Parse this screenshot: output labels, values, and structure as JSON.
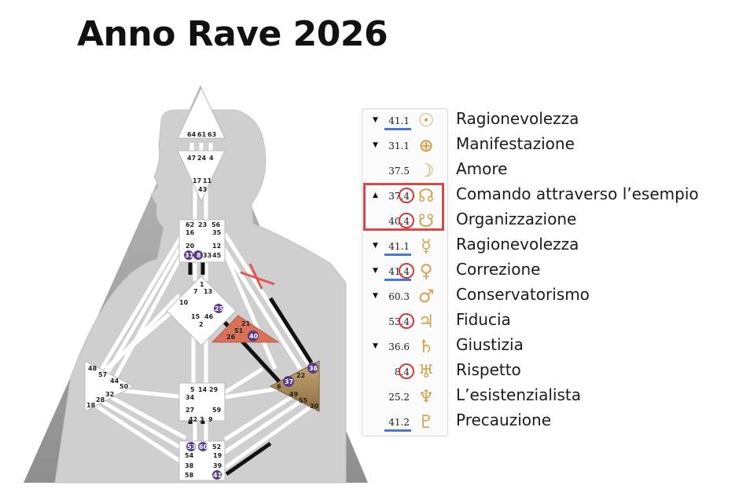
{
  "title": "Anno Rave 2026",
  "planets": [
    {
      "arrow": "▼",
      "value": "41.1",
      "glyph": "☉",
      "icon": "sun-icon",
      "underline": true,
      "circle": false,
      "label": "Ragionevolezza"
    },
    {
      "arrow": "▼",
      "value": "31.1",
      "glyph": "⊕",
      "icon": "earth-icon",
      "underline": false,
      "circle": false,
      "label": "Manifestazione"
    },
    {
      "arrow": "",
      "value": "37.5",
      "glyph": "☽",
      "icon": "moon-icon",
      "underline": false,
      "circle": false,
      "label": "Amore"
    },
    {
      "arrow": "▲",
      "value": "37.4",
      "glyph": "☊",
      "icon": "north-node-icon",
      "underline": false,
      "circle": true,
      "label": "Comando attraverso l’esempio"
    },
    {
      "arrow": "",
      "value": "40.4",
      "glyph": "☋",
      "icon": "south-node-icon",
      "underline": false,
      "circle": true,
      "label": "Organizzazione"
    },
    {
      "arrow": "▼",
      "value": "41.1",
      "glyph": "☿",
      "icon": "mercury-icon",
      "underline": true,
      "circle": false,
      "label": "Ragionevolezza"
    },
    {
      "arrow": "▼",
      "value": "41.4",
      "glyph": "♀",
      "icon": "venus-icon",
      "underline": true,
      "circle": true,
      "label": "Correzione"
    },
    {
      "arrow": "▼",
      "value": "60.3",
      "glyph": "♂",
      "icon": "mars-icon",
      "underline": false,
      "circle": false,
      "label": "Conservatorismo"
    },
    {
      "arrow": "",
      "value": "53.4",
      "glyph": "♃",
      "icon": "jupiter-icon",
      "underline": false,
      "circle": true,
      "label": "Fiducia"
    },
    {
      "arrow": "▼",
      "value": "36.6",
      "glyph": "♄",
      "icon": "saturn-icon",
      "underline": false,
      "circle": false,
      "label": "Giustizia"
    },
    {
      "arrow": "",
      "value": "8.4",
      "glyph": "♅",
      "icon": "uranus-icon",
      "underline": false,
      "circle": true,
      "label": "Rispetto"
    },
    {
      "arrow": "",
      "value": "25.2",
      "glyph": "♆",
      "icon": "neptune-icon",
      "underline": false,
      "circle": false,
      "label": "L’esistenzialista"
    },
    {
      "arrow": "",
      "value": "41.2",
      "glyph": "♇",
      "icon": "pluto-icon",
      "underline": true,
      "circle": false,
      "label": "Precauzione"
    }
  ],
  "gates": {
    "head": [
      "64",
      "61",
      "63"
    ],
    "ajna_top": [
      "47",
      "24",
      "4"
    ],
    "ajna_bottom": [
      "17",
      "11",
      "43"
    ],
    "throat": [
      "62",
      "23",
      "56",
      "16",
      "35",
      "20",
      "12",
      "31",
      "8",
      "33",
      "45"
    ],
    "g_center": [
      "1",
      "7",
      "13",
      "10",
      "25",
      "15",
      "46",
      "2"
    ],
    "ego": [
      "21",
      "51",
      "26",
      "40"
    ],
    "spleen": [
      "48",
      "57",
      "44",
      "50",
      "32",
      "28",
      "18"
    ],
    "solar_plexus": [
      "36",
      "22",
      "37",
      "6",
      "49",
      "55",
      "30"
    ],
    "sacral": [
      "5",
      "14",
      "29",
      "34",
      "27",
      "59",
      "42",
      "3",
      "9"
    ],
    "root": [
      "53",
      "60",
      "52",
      "54",
      "19",
      "38",
      "39",
      "58",
      "41"
    ]
  },
  "colors": {
    "accent_red": "#d84848",
    "underline_blue": "#4a78d0",
    "glyph_gold": "#d3a553",
    "body_gray": "#a3a3a3",
    "activated_purple": "#5a3d8a"
  }
}
